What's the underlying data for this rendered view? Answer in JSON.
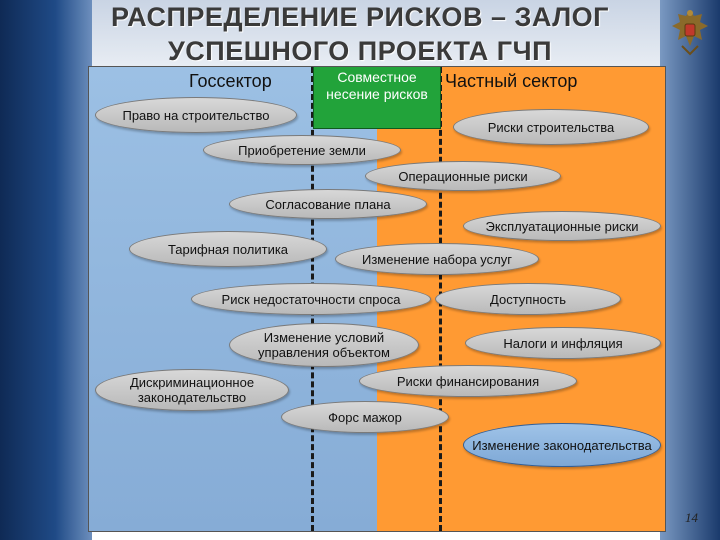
{
  "slide": {
    "title_line1": "РАСПРЕДЕЛЕНИЕ РИСКОВ – ЗАЛОГ",
    "title_line2": "УСПЕШНОГО ПРОЕКТА ГЧП",
    "page_number": "14"
  },
  "sections": {
    "public": "Госсектор",
    "joint": "Совместное несение рисков",
    "private": "Частный сектор"
  },
  "risks": [
    {
      "id": "r1",
      "label": "Право на строительство"
    },
    {
      "id": "r2",
      "label": "Риски  строительства"
    },
    {
      "id": "r3",
      "label": "Приобретение земли"
    },
    {
      "id": "r4",
      "label": "Операционные риски"
    },
    {
      "id": "r5",
      "label": "Согласование плана"
    },
    {
      "id": "r6",
      "label": "Эксплуатационные риски"
    },
    {
      "id": "r7",
      "label": "Тарифная политика"
    },
    {
      "id": "r8",
      "label": "Изменение набора услуг"
    },
    {
      "id": "r9",
      "label": "Риск недостаточности спроса"
    },
    {
      "id": "r10",
      "label": "Доступность"
    },
    {
      "id": "r11",
      "label": "Изменение условий управления объектом"
    },
    {
      "id": "r12",
      "label": "Налоги и инфляция"
    },
    {
      "id": "r13",
      "label": "Дискриминационное законодательство"
    },
    {
      "id": "r14",
      "label": "Риски финансирования"
    },
    {
      "id": "r15",
      "label": "Форс мажор"
    },
    {
      "id": "r16",
      "label": "Изменение законодательства"
    }
  ],
  "colors": {
    "public_sector": "#8fb5de",
    "private_sector": "#ff9a33",
    "joint": "#22a33a",
    "oval": "#c4c4c4"
  },
  "icons": [
    "emblem-icon"
  ]
}
